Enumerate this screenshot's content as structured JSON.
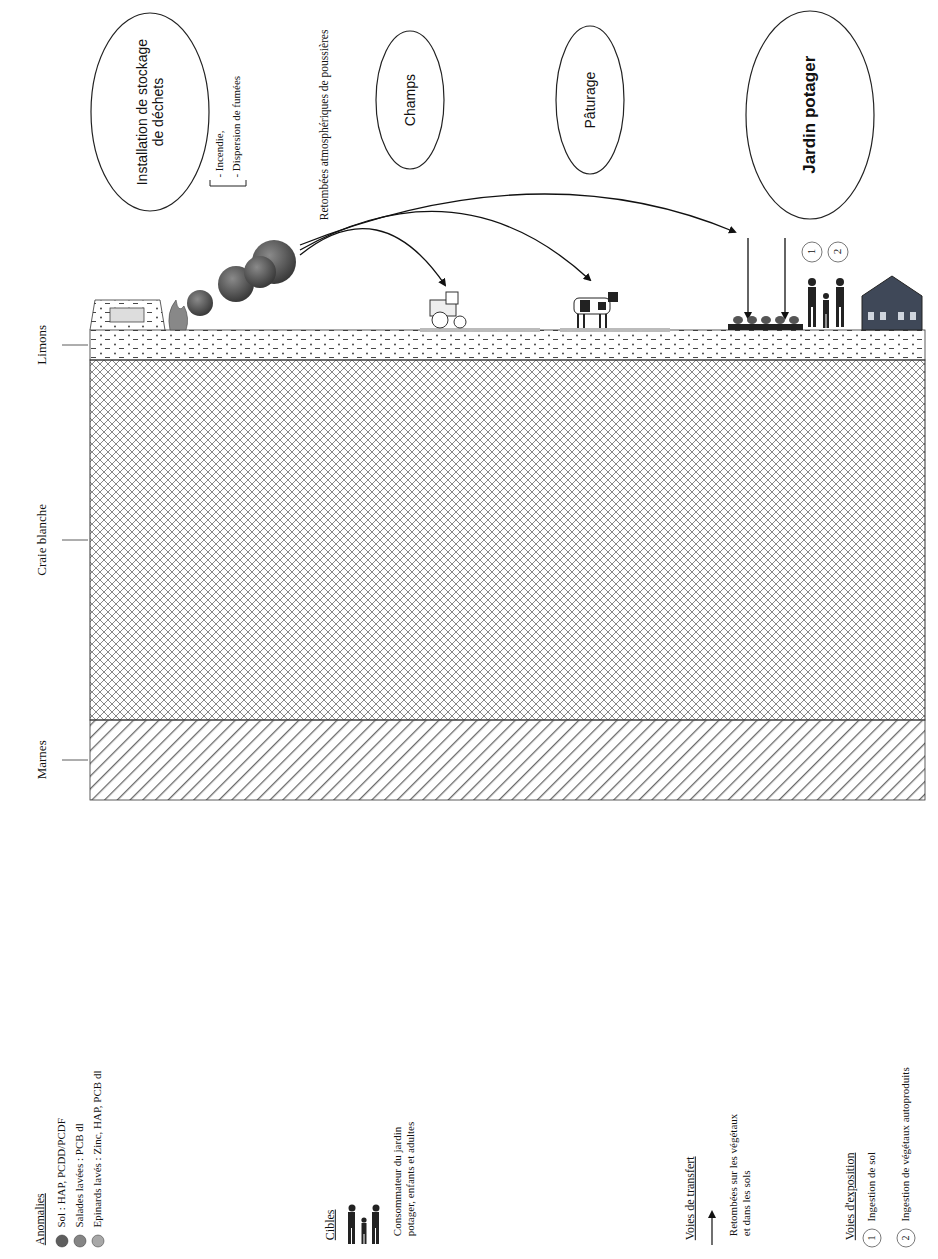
{
  "diagram": {
    "nodes": [
      {
        "text": [
          "Installation de stockage de déchets"
        ]
      },
      {
        "text": [
          "Champs"
        ]
      },
      {
        "text": [
          "Pâturage"
        ]
      },
      {
        "text": [
          "Jardin potager"
        ]
      }
    ],
    "labels": [
      "- Incendie,",
      "- Dispersion de fumées",
      "Retombées atmosphériques de poussières",
      "1",
      "2",
      "Limons",
      "Craie blanche",
      "Marnes",
      "Anomalies",
      "Cibles",
      "Voies de transfert",
      "Voies d'exposition",
      "1",
      "2"
    ],
    "legend": [
      {
        "text": "Sol : HAP, PCDD/PCDF",
        "color": "#5e5e5e"
      },
      {
        "text": "Salades lavées : PCB dl",
        "color": "#858585"
      },
      {
        "text": "Epinards lavés : Zinc, HAP, PCB dl",
        "color": "#a8a8a8"
      },
      {
        "text": "Consommateur du jardin potager, enfants et adultes"
      },
      {
        "text": "Retombées sur les végétaux et dans les sols"
      },
      {
        "text": "Ingestion de sol"
      },
      {
        "text": "Ingestion de végétaux autoproduits"
      }
    ]
  }
}
